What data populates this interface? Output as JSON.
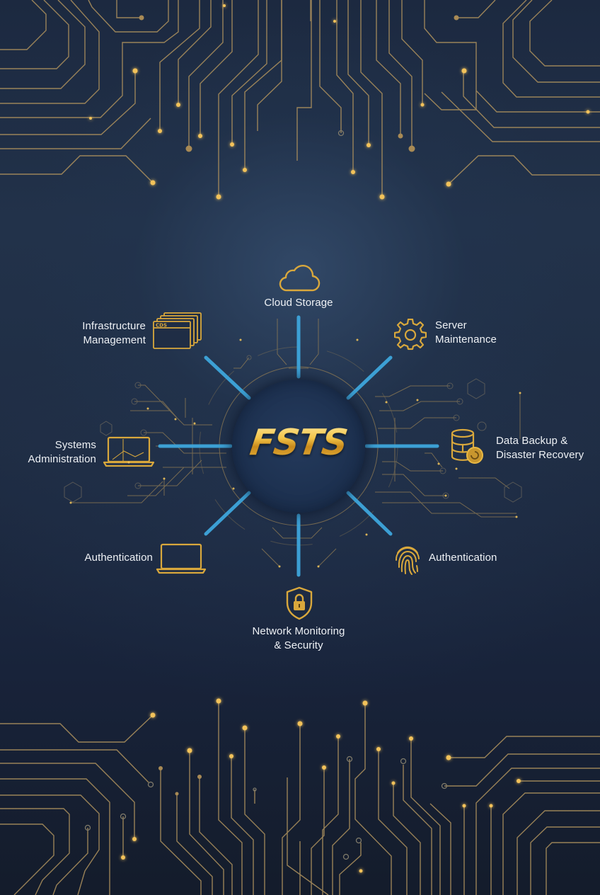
{
  "hub": {
    "logo_text": "FSTS",
    "colors": {
      "background": "#1b2638",
      "gold": "#d9a83c",
      "spoke_blue": "#3ea6dc",
      "label_text": "#eef1f5"
    }
  },
  "nodes": [
    {
      "id": "cloud-storage",
      "icon": "cloud-icon",
      "lines": [
        "Cloud Storage"
      ]
    },
    {
      "id": "server-maintenance",
      "icon": "gear-icon",
      "lines": [
        "Server",
        "Maintenance"
      ]
    },
    {
      "id": "data-backup",
      "icon": "database-restore-icon",
      "lines": [
        "Data Backup &",
        "Disaster Recovery"
      ]
    },
    {
      "id": "authentication-right",
      "icon": "fingerprint-icon",
      "lines": [
        "Authentication"
      ]
    },
    {
      "id": "network-monitoring",
      "icon": "shield-lock-icon",
      "lines": [
        "Network Monitoring",
        "& Security"
      ]
    },
    {
      "id": "authentication-left",
      "icon": "laptop-icon",
      "lines": [
        "Authentication"
      ]
    },
    {
      "id": "systems-administration",
      "icon": "laptop-chart-icon",
      "lines": [
        "Systems",
        "Administration"
      ]
    },
    {
      "id": "infrastructure-management",
      "icon": "stacked-windows-icon",
      "lines": [
        "Infrastructure",
        "Management"
      ],
      "icon_tab_text": "CDS"
    }
  ]
}
